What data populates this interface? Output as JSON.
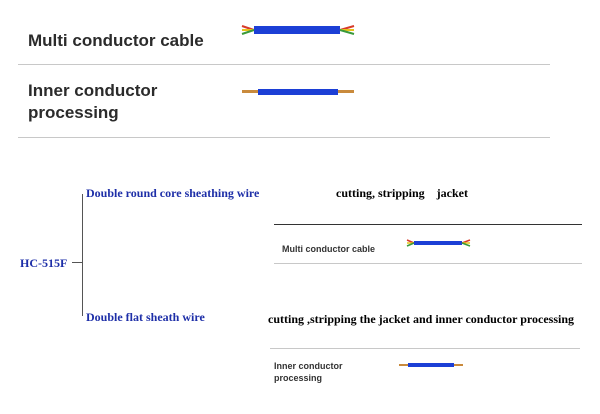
{
  "top_panel": {
    "row1_label": "Multi conductor cable",
    "row2_label_line1": "Inner conductor",
    "row2_label_line2": "processing"
  },
  "diagram": {
    "model": "HC-515F",
    "branch_top": "Double round core sheathing wire",
    "branch_bottom": "Double flat sheath wire",
    "process_top": "cutting, stripping    jacket",
    "process_bottom": "cutting ,stripping the jacket and inner conductor processing"
  },
  "panel_top": {
    "label": "Multi conductor cable"
  },
  "panel_bottom": {
    "label_line1": "Inner conductor",
    "label_line2": "processing"
  },
  "colors": {
    "cable_blue": "#1c3fd6",
    "wire_red": "#d83a2a",
    "wire_yellow": "#e6c21a",
    "wire_green": "#3a9a3a",
    "wire_copper": "#c98a3c",
    "label_blue": "#1e2fa8",
    "rule_gray": "#c8c8c8"
  }
}
